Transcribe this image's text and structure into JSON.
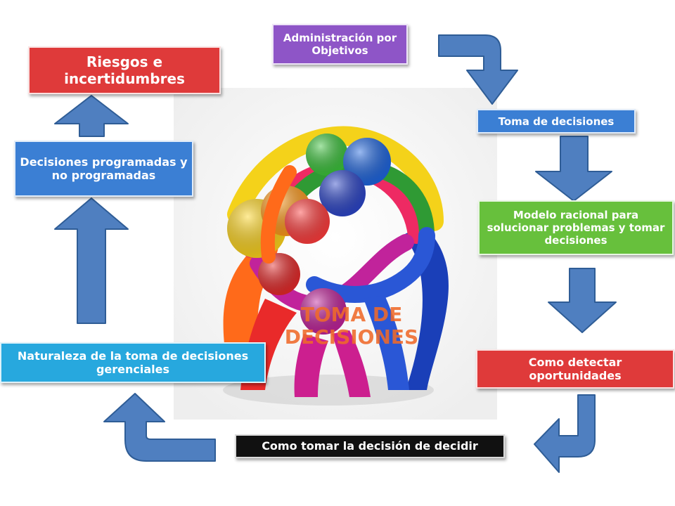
{
  "center": {
    "title_line1": "TOMA DE",
    "title_line2": "DECISIONES"
  },
  "boxes": {
    "administracion": "Administración por Objetivos",
    "riesgos": "Riesgos e incertidumbres",
    "toma": "Toma de decisiones",
    "programadas": "Decisiones programadas y no programadas",
    "modelo": "Modelo racional para solucionar problemas y tomar decisiones",
    "naturaleza": "Naturaleza de la toma de decisiones gerenciales",
    "detectar": "Como detectar oportunidades",
    "tomar": "Como tomar la decisión de decidir"
  },
  "colors": {
    "purple": "#8e55c7",
    "red": "#df3a3a",
    "blue": "#3b7fd4",
    "green": "#67c03c",
    "cyan": "#27a8de",
    "black": "#111111",
    "arrow": "#4f7fc0",
    "arrow_edge": "#2f5d96",
    "title": "#f06a2a"
  }
}
